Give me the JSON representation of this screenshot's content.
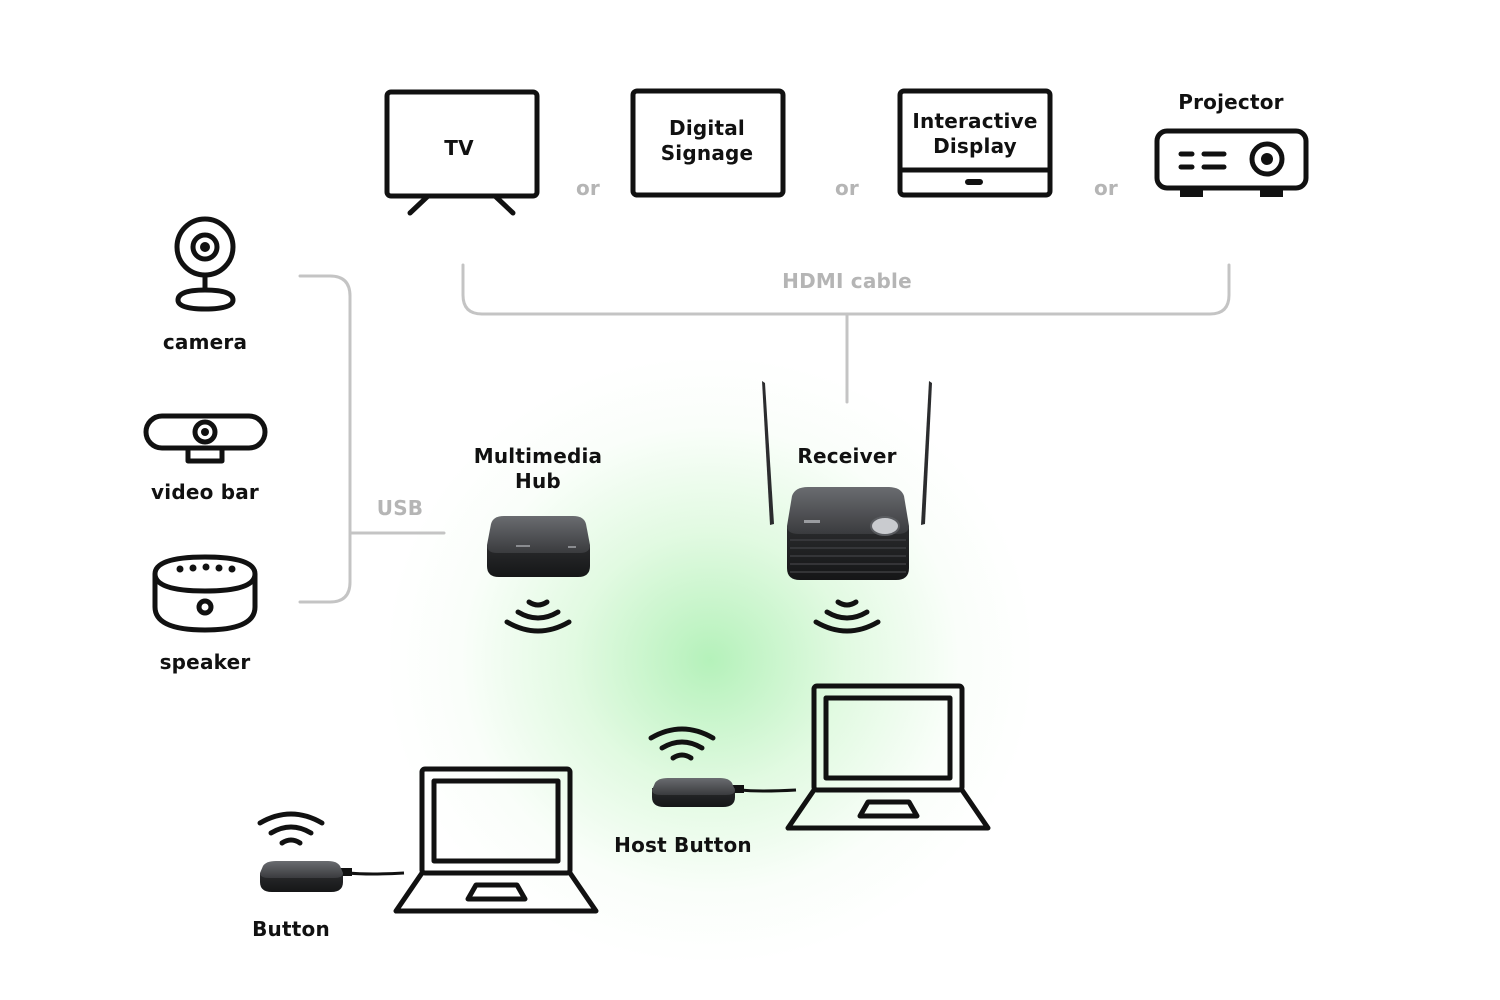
{
  "colors": {
    "line": "#111111",
    "connector": "#c4c4c4",
    "muted_text": "#b5b5b5",
    "glow": "#7ee68a",
    "device": "#2b2c2e"
  },
  "displays": {
    "tv": "TV",
    "digital_signage": "Digital\nSignage",
    "interactive_display": "Interactive\nDisplay",
    "projector": "Projector",
    "or_label": "or"
  },
  "connections": {
    "hdmi": "HDMI cable",
    "usb": "USB"
  },
  "peripherals": {
    "camera": "camera",
    "video_bar": "video bar",
    "speaker": "speaker"
  },
  "devices": {
    "multimedia_hub": "Multimedia\nHub",
    "receiver": "Receiver",
    "host_button": "Host Button",
    "button": "Button"
  },
  "icons": [
    "tv-icon",
    "digital-signage-icon",
    "interactive-display-icon",
    "projector-icon",
    "camera-icon",
    "video-bar-icon",
    "speaker-icon",
    "laptop-icon",
    "wifi-icon"
  ]
}
